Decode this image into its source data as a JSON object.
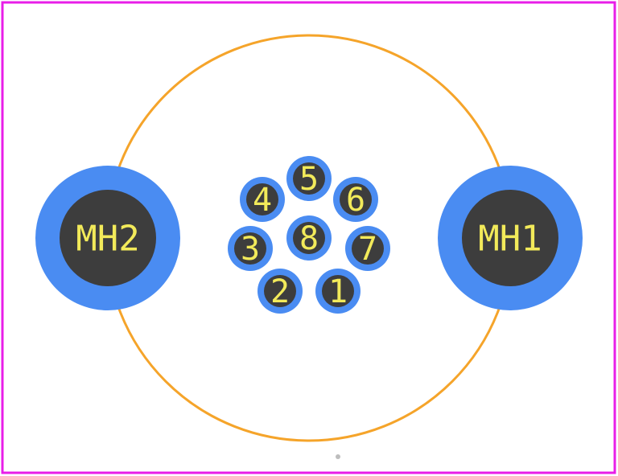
{
  "colors": {
    "board_outline": "#e81ee8",
    "silkscreen_circle": "#f5a42a",
    "pad_copper": "#4a8cf2",
    "pad_hole": "#3d3d3d",
    "pad_label": "#f2ea5a",
    "origin_marker": "#bdbdbd"
  },
  "mounting_holes": [
    {
      "id": "mh2",
      "label": "MH2"
    },
    {
      "id": "mh1",
      "label": "MH1"
    }
  ],
  "pins": [
    {
      "id": "pin-1",
      "label": "1"
    },
    {
      "id": "pin-2",
      "label": "2"
    },
    {
      "id": "pin-3",
      "label": "3"
    },
    {
      "id": "pin-4",
      "label": "4"
    },
    {
      "id": "pin-5",
      "label": "5"
    },
    {
      "id": "pin-6",
      "label": "6"
    },
    {
      "id": "pin-7",
      "label": "7"
    },
    {
      "id": "pin-8",
      "label": "8"
    }
  ]
}
